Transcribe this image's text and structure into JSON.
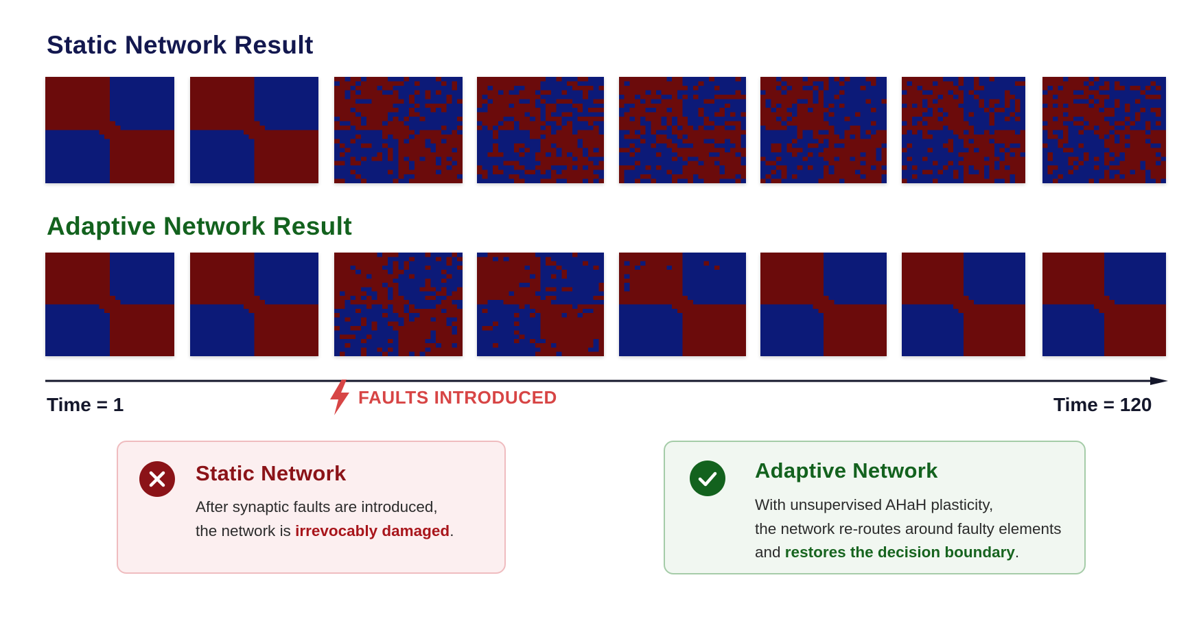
{
  "static_section": {
    "title": "Static Network Result",
    "frames": [
      {
        "noise": 0.0,
        "seed": 3
      },
      {
        "noise": 0.0,
        "seed": 5
      },
      {
        "noise": 0.45,
        "seed": 11
      },
      {
        "noise": 0.45,
        "seed": 17
      },
      {
        "noise": 0.47,
        "seed": 23
      },
      {
        "noise": 0.47,
        "seed": 29
      },
      {
        "noise": 0.46,
        "seed": 31
      },
      {
        "noise": 0.48,
        "seed": 37
      }
    ]
  },
  "adaptive_section": {
    "title": "Adaptive Network Result",
    "frames": [
      {
        "noise": 0.0,
        "seed": 41
      },
      {
        "noise": 0.0,
        "seed": 43
      },
      {
        "noise": 0.42,
        "seed": 47
      },
      {
        "noise": 0.22,
        "seed": 53
      },
      {
        "noise": 0.05,
        "seed": 59
      },
      {
        "noise": 0.0,
        "seed": 61
      },
      {
        "noise": 0.0,
        "seed": 67
      },
      {
        "noise": 0.0,
        "seed": 71
      }
    ]
  },
  "colors": {
    "class_a": "#6b0b0b",
    "class_b": "#0c1a78",
    "accent_static": "#8b1318",
    "accent_adaptive": "#13621e",
    "fault": "#d74545",
    "axis": "#14172b"
  },
  "timeline": {
    "start_label": "Time = 1",
    "end_label": "Time = 120",
    "fault_label": "FAULTS INTRODUCED",
    "fault_icon": "lightning-icon"
  },
  "cards": {
    "static": {
      "icon": "x-circle-icon",
      "title": "Static Network",
      "line1": "After synaptic faults are introduced,",
      "line2_pre": "the network is ",
      "line2_highlight": "irrevocably damaged",
      "line2_post": "."
    },
    "adaptive": {
      "icon": "check-circle-icon",
      "title": "Adaptive Network",
      "line1": "With unsupervised AHaH plasticity,",
      "line2": "the network re-routes around faulty elements",
      "line3_pre": "and ",
      "line3_highlight": "restores the decision boundary",
      "line3_post": "."
    }
  }
}
